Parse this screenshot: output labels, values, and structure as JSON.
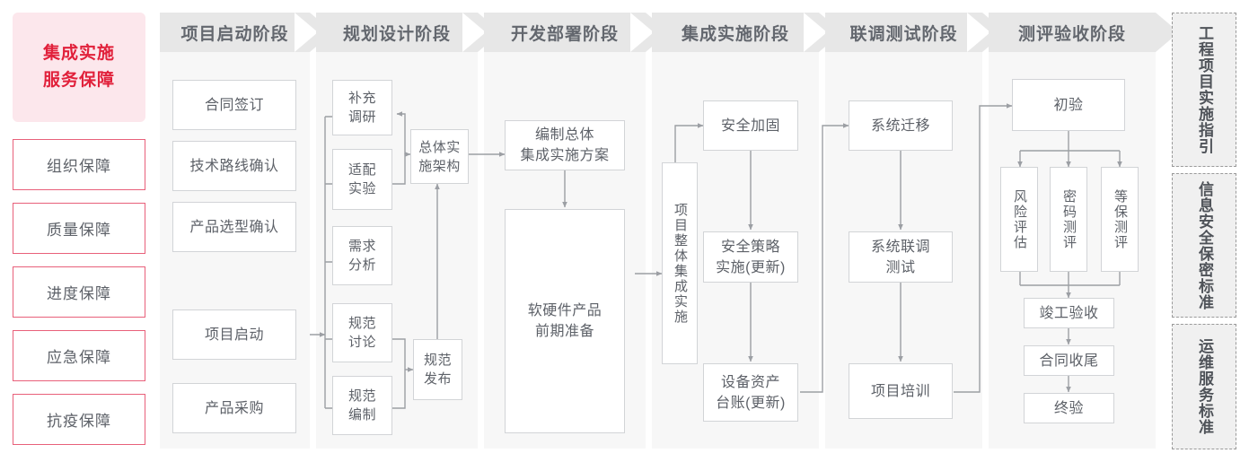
{
  "sidebar": {
    "brand": {
      "line1": "集成实施",
      "line2": "服务保障"
    },
    "items": [
      {
        "label": "组织保障"
      },
      {
        "label": "质量保障"
      },
      {
        "label": "进度保障"
      },
      {
        "label": "应急保障"
      },
      {
        "label": "抗疫保障"
      }
    ]
  },
  "phases": [
    {
      "title": "项目启动阶段"
    },
    {
      "title": "规划设计阶段"
    },
    {
      "title": "开发部署阶段"
    },
    {
      "title": "集成实施阶段"
    },
    {
      "title": "联调测试阶段"
    },
    {
      "title": "测评验收阶段"
    }
  ],
  "nodes": {
    "p1": [
      {
        "label": "合同签订"
      },
      {
        "label": "技术路线确认"
      },
      {
        "label": "产品选型确认"
      },
      {
        "label": "项目启动"
      },
      {
        "label": "产品采购"
      }
    ],
    "p2": [
      {
        "label": "补充\n调研"
      },
      {
        "label": "适配\n实验"
      },
      {
        "label": "需求\n分析"
      },
      {
        "label": "规范\n讨论"
      },
      {
        "label": "规范\n编制"
      },
      {
        "label": "总体实\n施架构"
      },
      {
        "label": "规范\n发布"
      }
    ],
    "p3": [
      {
        "label": "编制总体\n集成实施方案"
      },
      {
        "label": "软硬件产品\n前期准备"
      }
    ],
    "p4": [
      {
        "label": "项目整体集成实施"
      },
      {
        "label": "安全加固"
      },
      {
        "label": "安全策略\n实施(更新)"
      },
      {
        "label": "设备资产\n台账(更新)"
      }
    ],
    "p5": [
      {
        "label": "系统迁移"
      },
      {
        "label": "系统联调\n测试"
      },
      {
        "label": "项目培训"
      }
    ],
    "p6": [
      {
        "label": "初验"
      },
      {
        "label": "风险评估"
      },
      {
        "label": "密码测评"
      },
      {
        "label": "等保测评"
      },
      {
        "label": "竣工验收"
      },
      {
        "label": "合同收尾"
      },
      {
        "label": "终验"
      }
    ]
  },
  "standards": [
    {
      "label": "工程项目实施指引"
    },
    {
      "label": "信息安全保密标准"
    },
    {
      "label": "运维服务标准"
    }
  ],
  "colors": {
    "brand_red": "#E1213B",
    "brand_pink_bg": "#FCE7EC",
    "guarantee_border": "#E8607A",
    "panel_bg": "#F7F7F7",
    "header_bg": "#E7E7E7",
    "node_border": "#D2D4D7",
    "wire": "#9C9FA4",
    "text": "#5D6168"
  }
}
